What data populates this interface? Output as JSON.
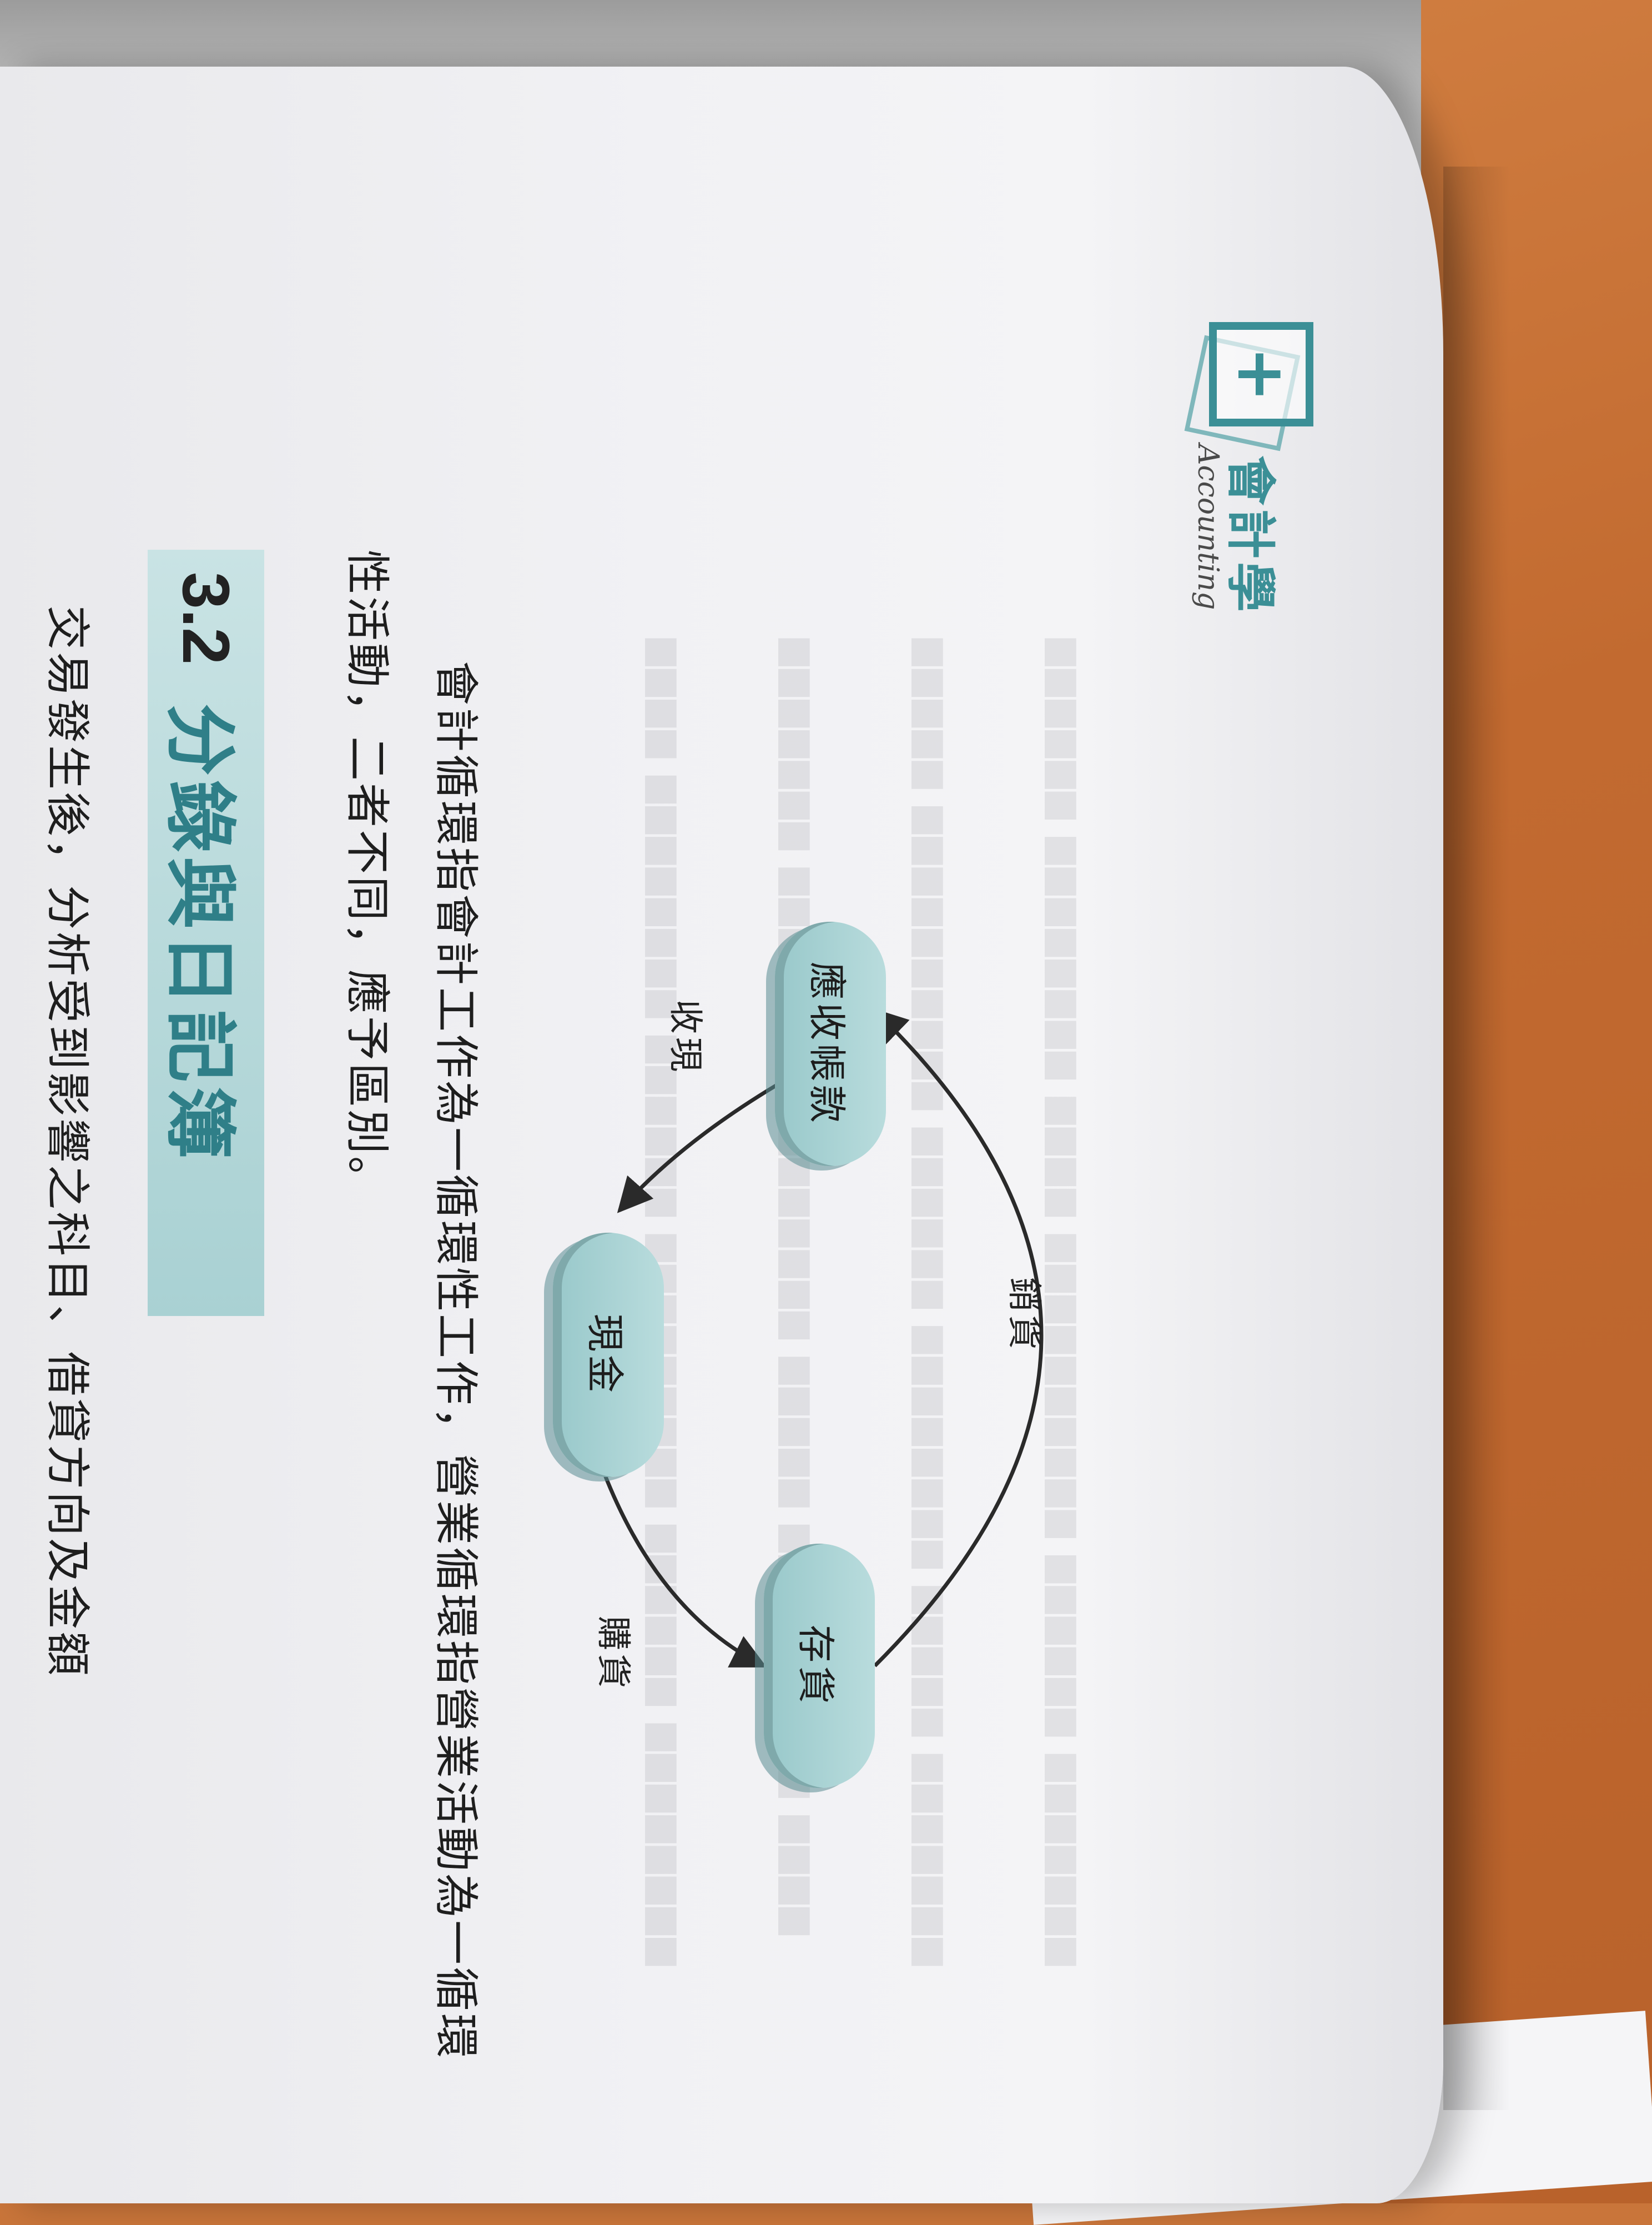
{
  "header": {
    "logo_glyph": "+",
    "title": "會計學",
    "subtitle": "Accounting"
  },
  "diagram": {
    "nodes": {
      "cash": "現金",
      "inventory": "存貨",
      "receivable": "應收帳款"
    },
    "edges": {
      "purchase": "購貨",
      "sales": "銷貨",
      "collection": "收現"
    }
  },
  "body": {
    "paragraph_line1": "會計循環指會計工作為一循環性工作，營業循環指營業活動為一循環",
    "paragraph_line2": "性活動，二者不同，應予區別。"
  },
  "section": {
    "number": "3.2",
    "title": "分錄與日記簿"
  },
  "section_text": {
    "line1": "交易發生後，分析受到影響之科目、借貸方向及金額"
  },
  "colors": {
    "accent": "#3b8f96",
    "node_fill": "#a9d1d3",
    "section_band": "#b6d9da"
  }
}
